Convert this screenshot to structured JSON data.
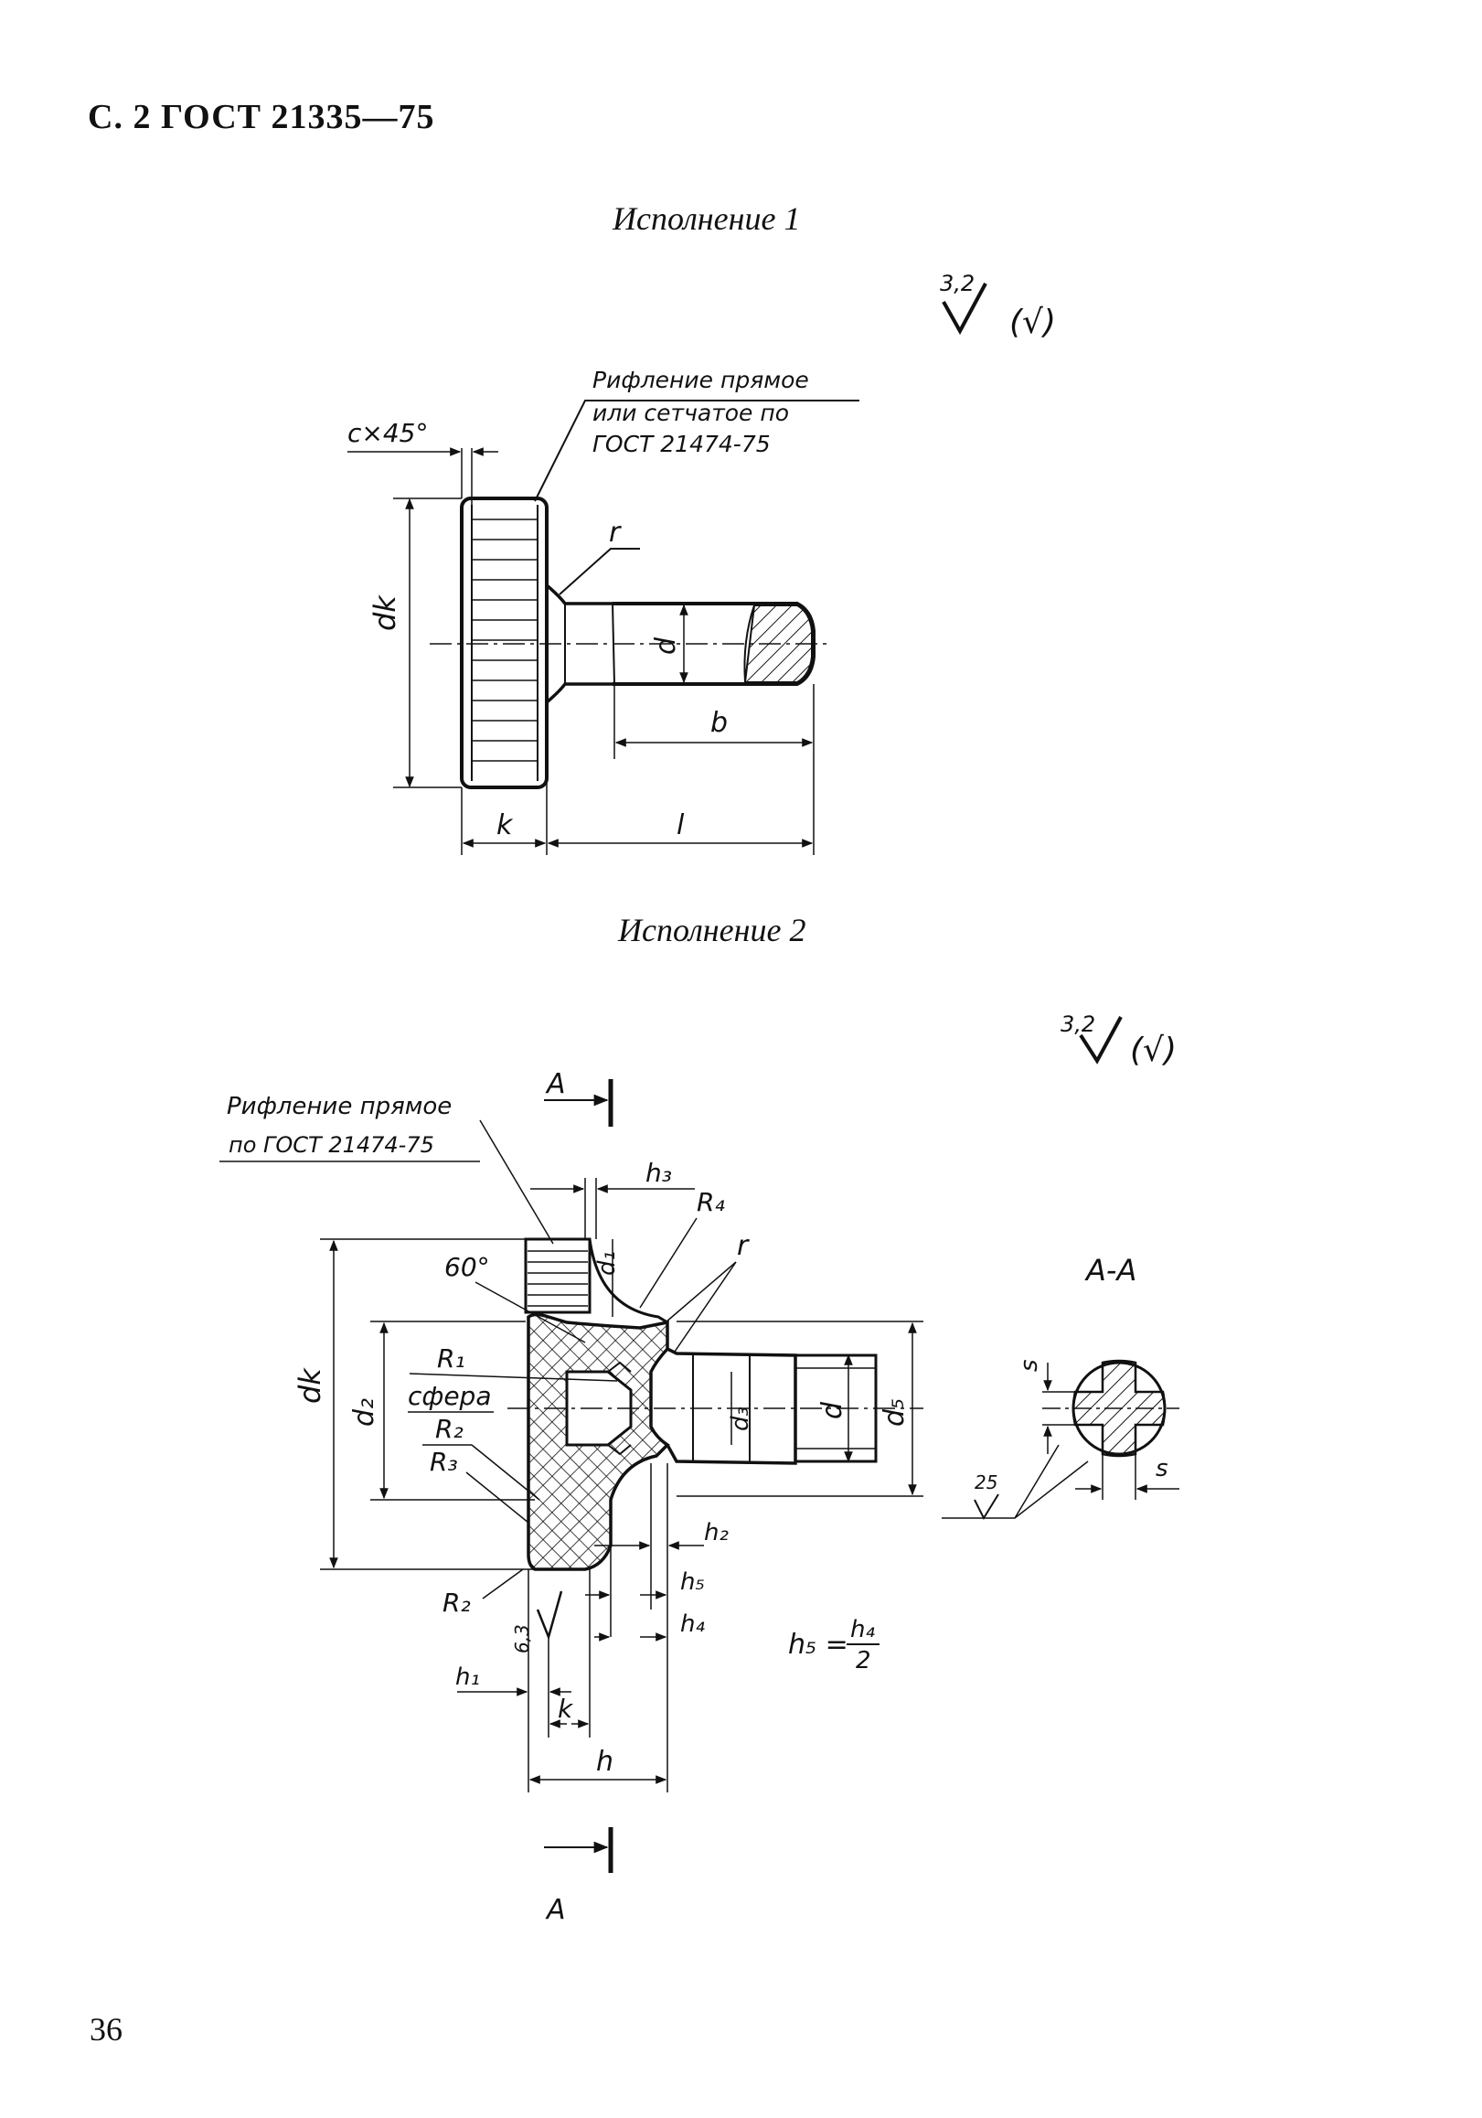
{
  "header": "С. 2 ГОСТ 21335—75",
  "page_number": "36",
  "execution1": {
    "title": "Исполнение 1",
    "roughness": "3,2",
    "roughness_paren": "(√)",
    "note_line1": "Рифление прямое",
    "note_line2": "или сетчатое по",
    "note_line3": "ГОСТ 21474-75",
    "chamfer": "c×45°",
    "label_r": "r",
    "label_dk": "dk",
    "label_d": "d",
    "label_b": "b",
    "label_k": "k",
    "label_l": "l"
  },
  "execution2": {
    "title": "Исполнение 2",
    "roughness": "3,2",
    "roughness_paren": "(√)",
    "note_line1": "Рифление прямое",
    "note_line2": "по ГОСТ 21474-75",
    "section_mark": "A",
    "section_title": "A-A",
    "label_60": "60°",
    "label_R1": "R₁",
    "label_sphere": "сфера",
    "label_R2": "R₂",
    "label_R3": "R₃",
    "label_R4": "R₄",
    "label_r": "r",
    "label_dk": "dk",
    "label_d1": "d₁",
    "label_d2": "d₂",
    "label_d3": "d₃",
    "label_d": "d",
    "label_d5": "d₅",
    "label_h": "h",
    "label_h1": "h₁",
    "label_h2": "h₂",
    "label_h3": "h₃",
    "label_h4": "h₄",
    "label_h5": "h₅",
    "label_k": "k",
    "label_s": "s",
    "label_25": "25",
    "label_63": "6,3",
    "formula_lhs": "h₅ =",
    "formula_num": "h₄",
    "formula_den": "2"
  },
  "colors": {
    "ink": "#111111",
    "paper": "#ffffff"
  }
}
